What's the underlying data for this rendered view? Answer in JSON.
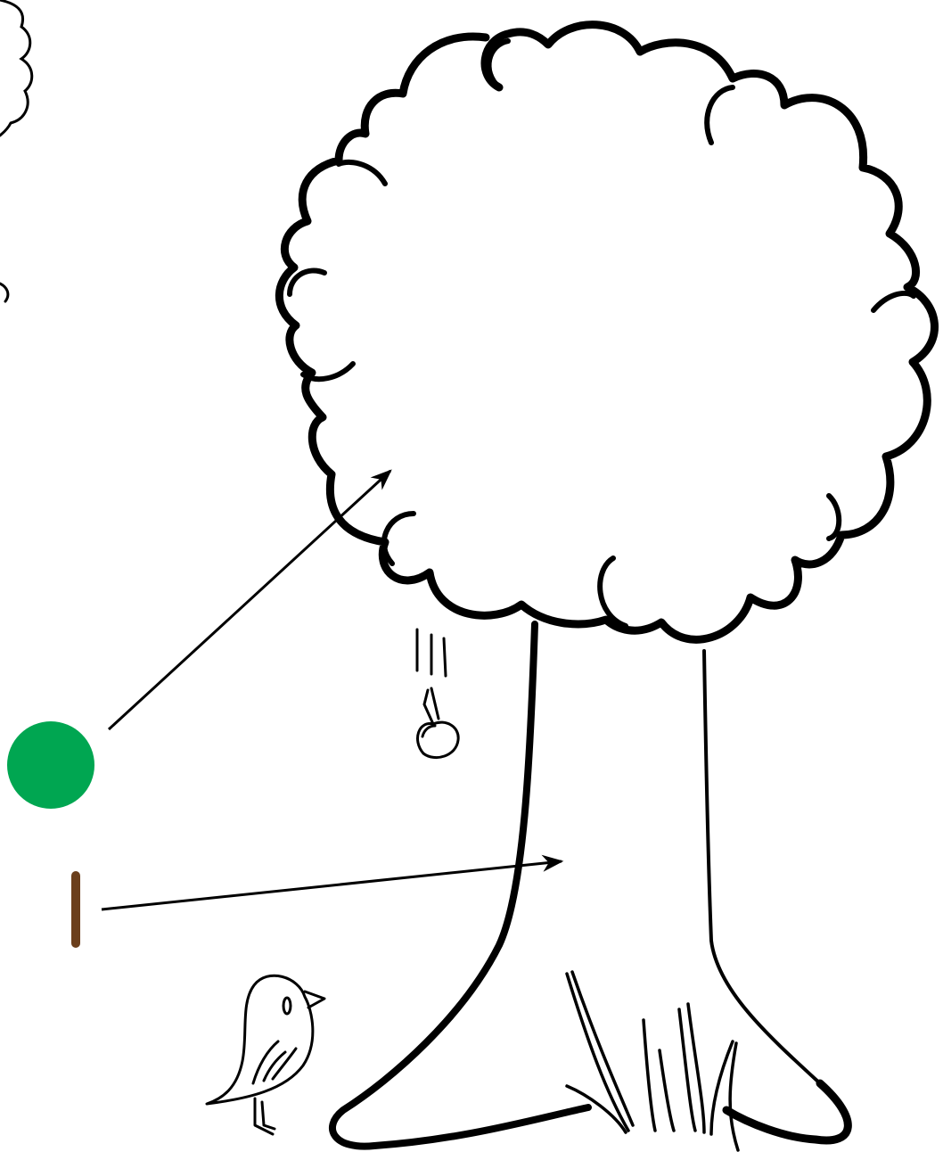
{
  "diagram": {
    "colors": {
      "background": "#ffffff",
      "outline": "#000000",
      "leaf_marker": "#00a651",
      "trunk_marker": "#6b3f1c"
    },
    "legend": [
      {
        "marker": "green-circle",
        "points_to": "tree-crown"
      },
      {
        "marker": "brown-bar",
        "points_to": "tree-trunk"
      }
    ],
    "decorations": [
      "tree",
      "falling-cherry",
      "bird",
      "grass",
      "partial-tree-left-edge"
    ]
  }
}
